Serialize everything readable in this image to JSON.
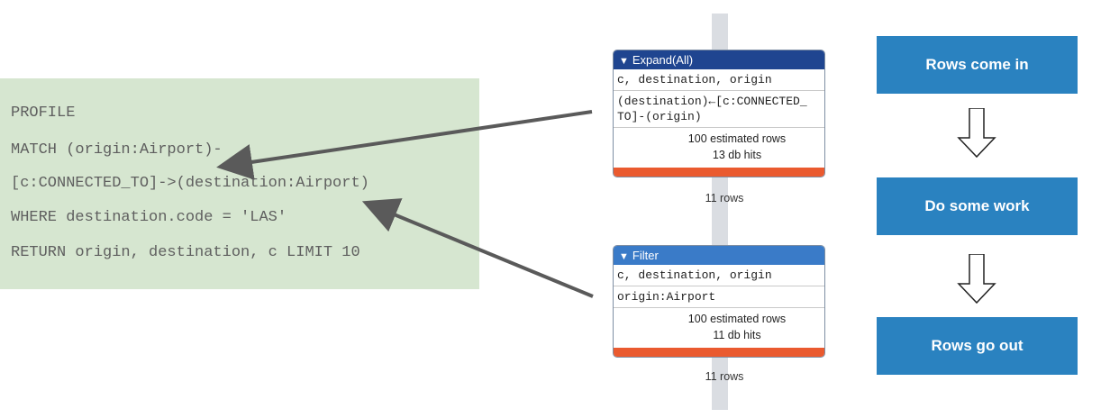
{
  "code": {
    "lines": [
      "PROFILE",
      "MATCH (origin:Airport)-",
      "[c:CONNECTED_TO]->(destination:Airport)",
      "WHERE destination.code = 'LAS'",
      "RETURN origin, destination, c LIMIT 10"
    ]
  },
  "plan": {
    "expand": {
      "title": "Expand(All)",
      "identifiers": "c, destination, origin",
      "pattern": "(destination)←[c:CONNECTED_\nTO]-(origin)",
      "estimated_rows": "100 estimated rows",
      "db_hits": "13 db hits",
      "rows_out": "11 rows"
    },
    "filter": {
      "title": "Filter",
      "identifiers": "c, destination, origin",
      "predicate": "origin:Airport",
      "estimated_rows": "100 estimated rows",
      "db_hits": "11 db hits",
      "rows_out": "11 rows"
    }
  },
  "steps": {
    "rows_in": "Rows come in",
    "do_work": "Do some work",
    "rows_out": "Rows go out"
  },
  "colors": {
    "expand_header": "#1f4590",
    "filter_header": "#3a7bc8",
    "step_box": "#2a82c0",
    "code_panel": "#d6e6d0",
    "bar": "#ea5a2f",
    "arrow": "#5a5a5a"
  },
  "icons": {
    "collapse": "triangle-down-icon",
    "flow": "down-arrow-icon"
  }
}
